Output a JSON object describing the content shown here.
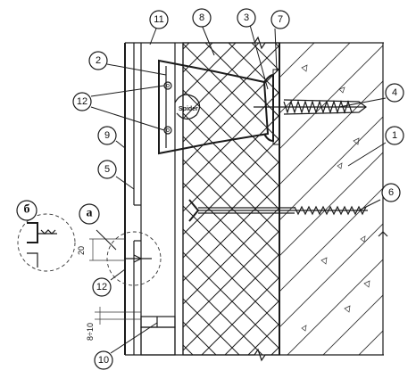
{
  "callouts": {
    "c1": "1",
    "c2": "2",
    "c3": "3",
    "c4": "4",
    "c5": "5",
    "c6": "6",
    "c7": "7",
    "c8": "8",
    "c9": "9",
    "c10": "10",
    "c11": "11",
    "c12a": "12",
    "c12b": "12"
  },
  "detail_labels": {
    "a": "а",
    "b": "б"
  },
  "dimensions": {
    "d20": "20",
    "d8_10": "8÷10"
  },
  "bracket_stamp": "Spider",
  "colors": {
    "line": "#1a1a1a",
    "background": "#ffffff"
  }
}
